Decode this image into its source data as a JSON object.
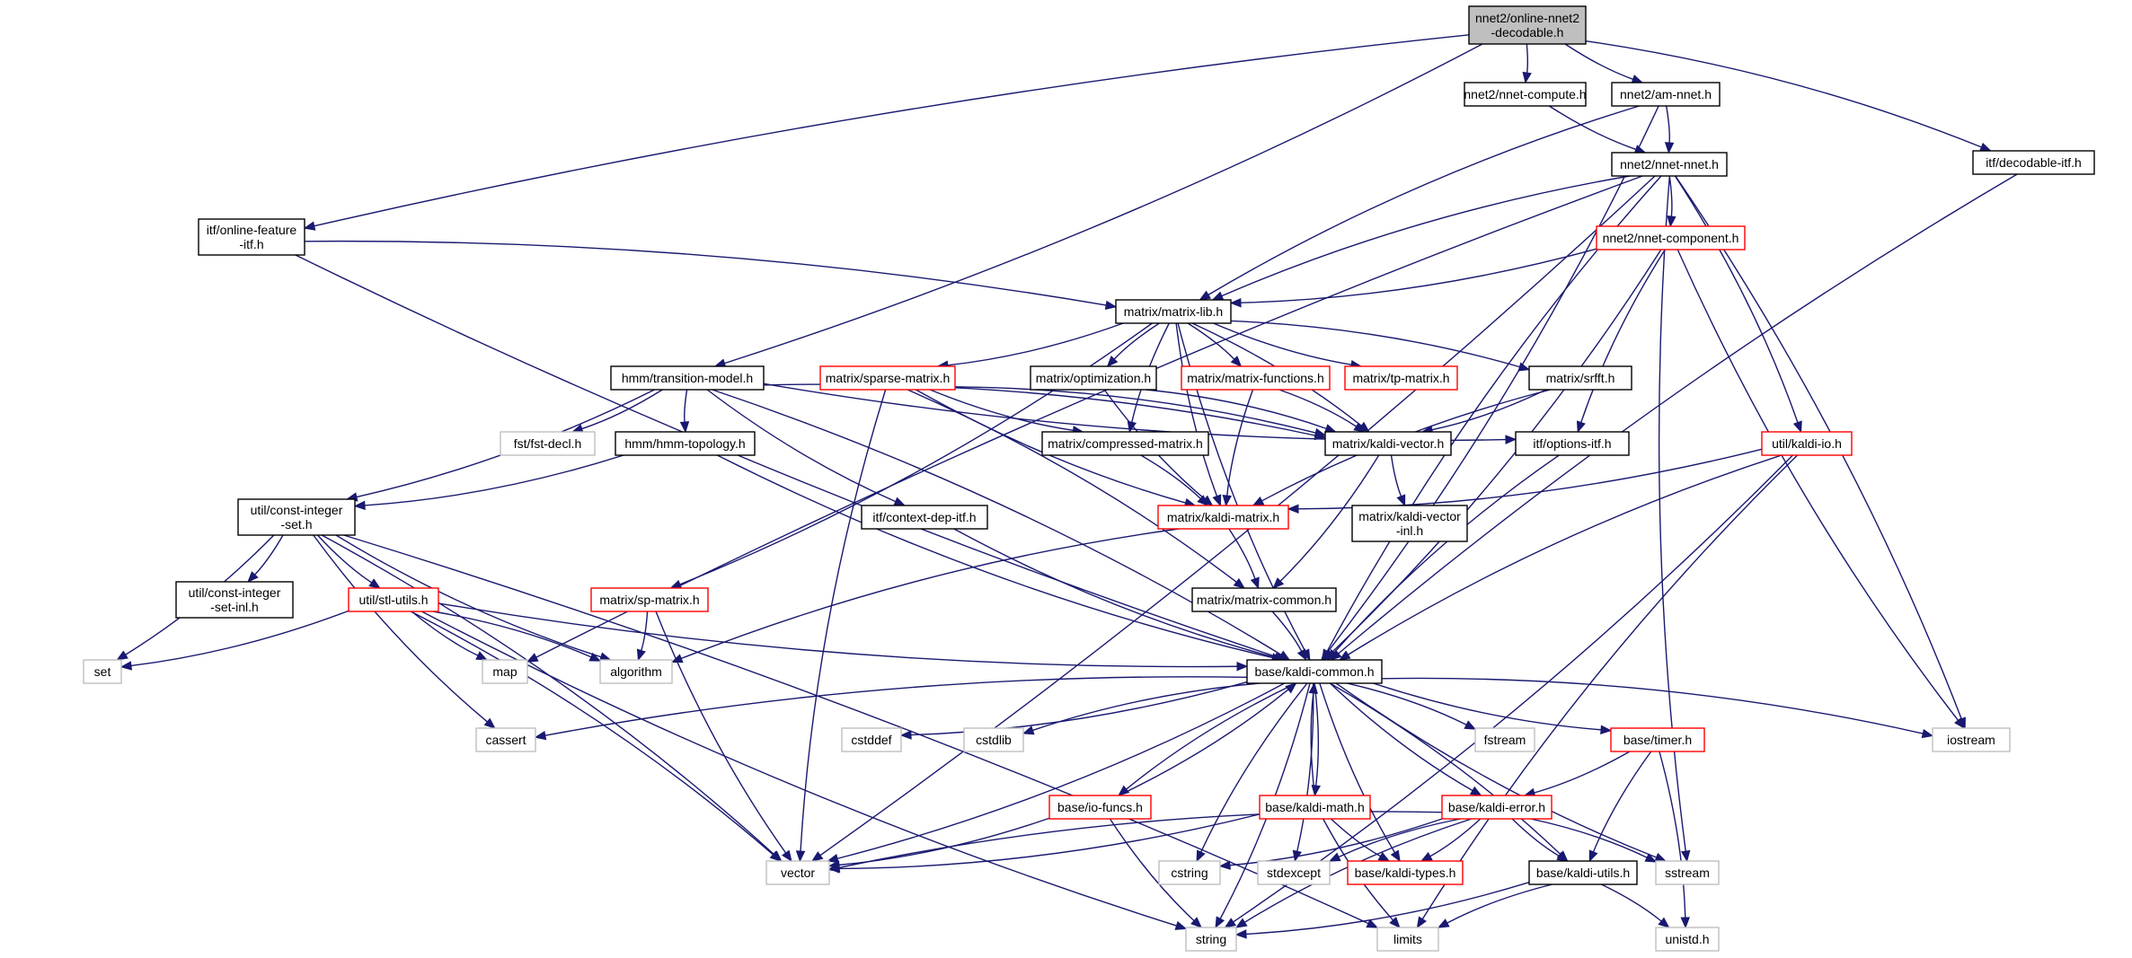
{
  "colors": {
    "edge": "#191970",
    "root_fill": "#bfbfbf",
    "normal_border": "#000000",
    "documented_red_border": "#ff0000",
    "system_border": "#bfbfbf"
  },
  "nodes": [
    {
      "id": "root",
      "lines": [
        "nnet2/online-nnet2",
        "-decodable.h"
      ],
      "kind": "root"
    },
    {
      "id": "nnet_compute",
      "lines": [
        "nnet2/nnet-compute.h"
      ],
      "kind": "normal"
    },
    {
      "id": "am_nnet",
      "lines": [
        "nnet2/am-nnet.h"
      ],
      "kind": "normal"
    },
    {
      "id": "decodable_itf",
      "lines": [
        "itf/decodable-itf.h"
      ],
      "kind": "normal"
    },
    {
      "id": "nnet_nnet",
      "lines": [
        "nnet2/nnet-nnet.h"
      ],
      "kind": "normal"
    },
    {
      "id": "online_feature",
      "lines": [
        "itf/online-feature",
        "-itf.h"
      ],
      "kind": "normal"
    },
    {
      "id": "nnet_component",
      "lines": [
        "nnet2/nnet-component.h"
      ],
      "kind": "red"
    },
    {
      "id": "matrix_lib",
      "lines": [
        "matrix/matrix-lib.h"
      ],
      "kind": "normal"
    },
    {
      "id": "transition_model",
      "lines": [
        "hmm/transition-model.h"
      ],
      "kind": "normal"
    },
    {
      "id": "sparse_matrix",
      "lines": [
        "matrix/sparse-matrix.h"
      ],
      "kind": "red"
    },
    {
      "id": "optimization",
      "lines": [
        "matrix/optimization.h"
      ],
      "kind": "normal"
    },
    {
      "id": "matrix_functions",
      "lines": [
        "matrix/matrix-functions.h"
      ],
      "kind": "red"
    },
    {
      "id": "tp_matrix",
      "lines": [
        "matrix/tp-matrix.h"
      ],
      "kind": "red"
    },
    {
      "id": "srfft",
      "lines": [
        "matrix/srfft.h"
      ],
      "kind": "normal"
    },
    {
      "id": "fst_decl",
      "lines": [
        "fst/fst-decl.h"
      ],
      "kind": "sys"
    },
    {
      "id": "hmm_topology",
      "lines": [
        "hmm/hmm-topology.h"
      ],
      "kind": "normal"
    },
    {
      "id": "compressed_matrix",
      "lines": [
        "matrix/compressed-matrix.h"
      ],
      "kind": "normal"
    },
    {
      "id": "kaldi_vector",
      "lines": [
        "matrix/kaldi-vector.h"
      ],
      "kind": "normal"
    },
    {
      "id": "options_itf",
      "lines": [
        "itf/options-itf.h"
      ],
      "kind": "normal"
    },
    {
      "id": "kaldi_io",
      "lines": [
        "util/kaldi-io.h"
      ],
      "kind": "red"
    },
    {
      "id": "const_integer_set",
      "lines": [
        "util/const-integer",
        "-set.h"
      ],
      "kind": "normal"
    },
    {
      "id": "context_dep_itf",
      "lines": [
        "itf/context-dep-itf.h"
      ],
      "kind": "normal"
    },
    {
      "id": "kaldi_matrix",
      "lines": [
        "matrix/kaldi-matrix.h"
      ],
      "kind": "red"
    },
    {
      "id": "kaldi_vector_inl",
      "lines": [
        "matrix/kaldi-vector",
        "-inl.h"
      ],
      "kind": "normal"
    },
    {
      "id": "const_integer_set_inl",
      "lines": [
        "util/const-integer",
        "-set-inl.h"
      ],
      "kind": "normal"
    },
    {
      "id": "stl_utils",
      "lines": [
        "util/stl-utils.h"
      ],
      "kind": "red"
    },
    {
      "id": "sp_matrix",
      "lines": [
        "matrix/sp-matrix.h"
      ],
      "kind": "red"
    },
    {
      "id": "matrix_common",
      "lines": [
        "matrix/matrix-common.h"
      ],
      "kind": "normal"
    },
    {
      "id": "set",
      "lines": [
        "set"
      ],
      "kind": "sys"
    },
    {
      "id": "map",
      "lines": [
        "map"
      ],
      "kind": "sys"
    },
    {
      "id": "algorithm",
      "lines": [
        "algorithm"
      ],
      "kind": "sys"
    },
    {
      "id": "kaldi_common",
      "lines": [
        "base/kaldi-common.h"
      ],
      "kind": "normal"
    },
    {
      "id": "cassert",
      "lines": [
        "cassert"
      ],
      "kind": "sys"
    },
    {
      "id": "cstddef",
      "lines": [
        "cstddef"
      ],
      "kind": "sys"
    },
    {
      "id": "cstdlib",
      "lines": [
        "cstdlib"
      ],
      "kind": "sys"
    },
    {
      "id": "fstream",
      "lines": [
        "fstream"
      ],
      "kind": "sys"
    },
    {
      "id": "timer",
      "lines": [
        "base/timer.h"
      ],
      "kind": "red"
    },
    {
      "id": "iostream",
      "lines": [
        "iostream"
      ],
      "kind": "sys"
    },
    {
      "id": "io_funcs",
      "lines": [
        "base/io-funcs.h"
      ],
      "kind": "red"
    },
    {
      "id": "kaldi_math",
      "lines": [
        "base/kaldi-math.h"
      ],
      "kind": "red"
    },
    {
      "id": "kaldi_error",
      "lines": [
        "base/kaldi-error.h"
      ],
      "kind": "red"
    },
    {
      "id": "vector",
      "lines": [
        "vector"
      ],
      "kind": "sys"
    },
    {
      "id": "cstring",
      "lines": [
        "cstring"
      ],
      "kind": "sys"
    },
    {
      "id": "stdexcept",
      "lines": [
        "stdexcept"
      ],
      "kind": "sys"
    },
    {
      "id": "kaldi_types",
      "lines": [
        "base/kaldi-types.h"
      ],
      "kind": "red"
    },
    {
      "id": "kaldi_utils",
      "lines": [
        "base/kaldi-utils.h"
      ],
      "kind": "normal"
    },
    {
      "id": "sstream",
      "lines": [
        "sstream"
      ],
      "kind": "sys"
    },
    {
      "id": "string",
      "lines": [
        "string"
      ],
      "kind": "sys"
    },
    {
      "id": "limits",
      "lines": [
        "limits"
      ],
      "kind": "sys"
    },
    {
      "id": "unistd",
      "lines": [
        "unistd.h"
      ],
      "kind": "sys"
    }
  ],
  "edges": [
    [
      "root",
      "nnet_compute"
    ],
    [
      "root",
      "am_nnet"
    ],
    [
      "root",
      "decodable_itf"
    ],
    [
      "root",
      "online_feature"
    ],
    [
      "root",
      "transition_model"
    ],
    [
      "nnet_compute",
      "nnet_nnet"
    ],
    [
      "am_nnet",
      "nnet_nnet"
    ],
    [
      "am_nnet",
      "matrix_lib"
    ],
    [
      "am_nnet",
      "kaldi_common"
    ],
    [
      "decodable_itf",
      "kaldi_common"
    ],
    [
      "nnet_nnet",
      "nnet_component"
    ],
    [
      "nnet_nnet",
      "matrix_lib"
    ],
    [
      "nnet_nnet",
      "kaldi_io"
    ],
    [
      "nnet_nnet",
      "kaldi_common"
    ],
    [
      "nnet_nnet",
      "iostream"
    ],
    [
      "nnet_nnet",
      "sstream"
    ],
    [
      "nnet_nnet",
      "vector"
    ],
    [
      "nnet_nnet",
      "map"
    ],
    [
      "online_feature",
      "matrix_lib"
    ],
    [
      "online_feature",
      "kaldi_common"
    ],
    [
      "nnet_component",
      "matrix_lib"
    ],
    [
      "nnet_component",
      "options_itf"
    ],
    [
      "nnet_component",
      "kaldi_common"
    ],
    [
      "nnet_component",
      "iostream"
    ],
    [
      "matrix_lib",
      "sparse_matrix"
    ],
    [
      "matrix_lib",
      "optimization"
    ],
    [
      "matrix_lib",
      "matrix_functions"
    ],
    [
      "matrix_lib",
      "tp_matrix"
    ],
    [
      "matrix_lib",
      "srfft"
    ],
    [
      "matrix_lib",
      "compressed_matrix"
    ],
    [
      "matrix_lib",
      "kaldi_vector"
    ],
    [
      "matrix_lib",
      "kaldi_matrix"
    ],
    [
      "matrix_lib",
      "sp_matrix"
    ],
    [
      "matrix_lib",
      "kaldi_common"
    ],
    [
      "transition_model",
      "fst_decl"
    ],
    [
      "transition_model",
      "hmm_topology"
    ],
    [
      "transition_model",
      "kaldi_vector"
    ],
    [
      "transition_model",
      "options_itf"
    ],
    [
      "transition_model",
      "const_integer_set"
    ],
    [
      "transition_model",
      "context_dep_itf"
    ],
    [
      "transition_model",
      "kaldi_common"
    ],
    [
      "sparse_matrix",
      "compressed_matrix"
    ],
    [
      "sparse_matrix",
      "kaldi_vector"
    ],
    [
      "sparse_matrix",
      "kaldi_matrix"
    ],
    [
      "sparse_matrix",
      "matrix_common"
    ],
    [
      "sparse_matrix",
      "vector"
    ],
    [
      "optimization",
      "kaldi_vector"
    ],
    [
      "optimization",
      "kaldi_matrix"
    ],
    [
      "matrix_functions",
      "kaldi_vector"
    ],
    [
      "matrix_functions",
      "kaldi_matrix"
    ],
    [
      "srfft",
      "kaldi_vector"
    ],
    [
      "srfft",
      "kaldi_matrix"
    ],
    [
      "hmm_topology",
      "const_integer_set"
    ],
    [
      "hmm_topology",
      "kaldi_common"
    ],
    [
      "compressed_matrix",
      "kaldi_matrix"
    ],
    [
      "kaldi_vector",
      "kaldi_vector_inl"
    ],
    [
      "kaldi_vector",
      "matrix_common"
    ],
    [
      "options_itf",
      "kaldi_common"
    ],
    [
      "kaldi_io",
      "kaldi_matrix"
    ],
    [
      "kaldi_io",
      "kaldi_common"
    ],
    [
      "kaldi_io",
      "string"
    ],
    [
      "kaldi_io",
      "limits"
    ],
    [
      "const_integer_set",
      "const_integer_set_inl"
    ],
    [
      "const_integer_set",
      "stl_utils"
    ],
    [
      "const_integer_set",
      "set"
    ],
    [
      "const_integer_set",
      "algorithm"
    ],
    [
      "const_integer_set",
      "vector"
    ],
    [
      "const_integer_set",
      "cassert"
    ],
    [
      "const_integer_set",
      "limits"
    ],
    [
      "context_dep_itf",
      "kaldi_common"
    ],
    [
      "kaldi_matrix",
      "matrix_common"
    ],
    [
      "kaldi_matrix",
      "algorithm"
    ],
    [
      "stl_utils",
      "set"
    ],
    [
      "stl_utils",
      "map"
    ],
    [
      "stl_utils",
      "algorithm"
    ],
    [
      "stl_utils",
      "kaldi_common"
    ],
    [
      "stl_utils",
      "vector"
    ],
    [
      "stl_utils",
      "string"
    ],
    [
      "sp_matrix",
      "algorithm"
    ],
    [
      "sp_matrix",
      "vector"
    ],
    [
      "matrix_common",
      "kaldi_common"
    ],
    [
      "kaldi_common",
      "cassert"
    ],
    [
      "kaldi_common",
      "cstddef"
    ],
    [
      "kaldi_common",
      "cstdlib"
    ],
    [
      "kaldi_common",
      "fstream"
    ],
    [
      "kaldi_common",
      "timer"
    ],
    [
      "kaldi_common",
      "iostream"
    ],
    [
      "kaldi_common",
      "io_funcs"
    ],
    [
      "kaldi_common",
      "kaldi_math"
    ],
    [
      "kaldi_common",
      "kaldi_error"
    ],
    [
      "kaldi_common",
      "vector"
    ],
    [
      "kaldi_common",
      "cstring"
    ],
    [
      "kaldi_common",
      "stdexcept"
    ],
    [
      "kaldi_common",
      "kaldi_types"
    ],
    [
      "kaldi_common",
      "kaldi_utils"
    ],
    [
      "kaldi_common",
      "sstream"
    ],
    [
      "kaldi_common",
      "string"
    ],
    [
      "io_funcs",
      "kaldi_common"
    ],
    [
      "io_funcs",
      "vector"
    ],
    [
      "io_funcs",
      "string"
    ],
    [
      "kaldi_math",
      "kaldi_common"
    ],
    [
      "kaldi_math",
      "kaldi_types"
    ],
    [
      "kaldi_math",
      "vector"
    ],
    [
      "kaldi_math",
      "limits"
    ],
    [
      "timer",
      "kaldi_error"
    ],
    [
      "timer",
      "kaldi_utils"
    ],
    [
      "timer",
      "unistd"
    ],
    [
      "kaldi_error",
      "vector"
    ],
    [
      "kaldi_error",
      "cstring"
    ],
    [
      "kaldi_error",
      "stdexcept"
    ],
    [
      "kaldi_error",
      "kaldi_types"
    ],
    [
      "kaldi_error",
      "kaldi_utils"
    ],
    [
      "kaldi_error",
      "sstream"
    ],
    [
      "kaldi_error",
      "string"
    ],
    [
      "kaldi_utils",
      "string"
    ],
    [
      "kaldi_utils",
      "limits"
    ],
    [
      "kaldi_utils",
      "unistd"
    ]
  ]
}
